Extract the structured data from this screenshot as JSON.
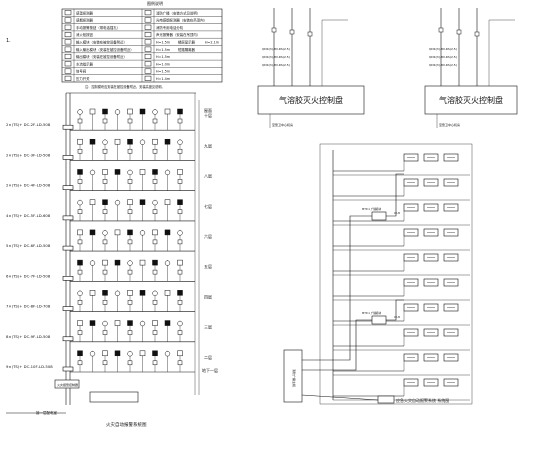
{
  "legend": {
    "title": "图例说明",
    "rows": [
      {
        "a": "感温探测器",
        "b": "消防广播（安装方式见说明）"
      },
      {
        "a": "感烟探测器",
        "b": "光电感烟探测器（安装在吊顶内）"
      },
      {
        "a": "手动报警按钮（带电话插孔）",
        "b": "消防专用电话分机"
      },
      {
        "a": "消火栓按钮",
        "b": "声光报警器（安装在吊顶内）"
      },
      {
        "a": "输入模块（安装在被控设备附近）",
        "b": "H=1.5m",
        "c": "楼层显示器",
        "d": "H=2.1m"
      },
      {
        "a": "输入输出模块（安装在被控设备附近）",
        "b": "H=1.5m",
        "c": "短路隔离器",
        "d": ""
      },
      {
        "a": "输出模块（安装在被控设备附近）",
        "b": "H=1.5m",
        "c": "",
        "d": ""
      },
      {
        "a": "水流指示器",
        "b": "H=1.0m"
      },
      {
        "a": "信号阀",
        "b": "H=1.5m"
      },
      {
        "a": "压力开关",
        "b": "H=1.4m"
      }
    ],
    "note": "注：控制模块应安装在被控设备附近，安装高度见说明。"
  },
  "floors": [
    {
      "label": "十层",
      "cable": "2×(TS)+ DC-2F-LD-508"
    },
    {
      "label": "九层",
      "cable": "2×(TS)+ DC-3F-LD-508"
    },
    {
      "label": "八层",
      "cable": "2×(TS)+ DC-4F-LD-508"
    },
    {
      "label": "七层",
      "cable": "4×(TS)+ DC-5F-LD-608"
    },
    {
      "label": "六层",
      "cable": "5×(TS)+ DC-6F-LD-508"
    },
    {
      "label": "五层",
      "cable": "6×(TS)+ DC-7F-LD-508"
    },
    {
      "label": "四层",
      "cable": "7×(TS)+ DC-8F-LD-708"
    },
    {
      "label": "三层",
      "cable": "8×(TS)+ DC-9F-LD-508"
    },
    {
      "label": "二层",
      "cable": "9×(TS)+ DC-10F-LD-508"
    }
  ],
  "riser_left": {
    "top_label": "屋面",
    "bottom_label": "地下一层",
    "controller_label": "火灾报警控制器",
    "bottom_note": "接一层配电室",
    "title": "火灾自动报警系统图"
  },
  "gas_panels": [
    {
      "title": "气溶胶灭火控制盘",
      "lines": [
        "QDK(3)-BV-RS(2.5)",
        "QDK(3)-BV-RS(2.5)",
        "QDK(3)-BV-RS(2.5)"
      ],
      "sub": "至警卫中心机房"
    },
    {
      "title": "气溶胶灭火控制盘",
      "lines": [
        "QDK(3)-BV-RS(2.5)",
        "QDK(3)-BV-RS(2.5)",
        "QDK(3)-BV-RS(2.5)"
      ],
      "sub": "至警卫中心机房"
    }
  ],
  "right_system": {
    "rows": 10,
    "module_label": "MTP-1 广播模块",
    "head_label": "消防广播主机",
    "cable_note": "Cl-8",
    "title": "应急火灾自动报警系统 系统图"
  }
}
